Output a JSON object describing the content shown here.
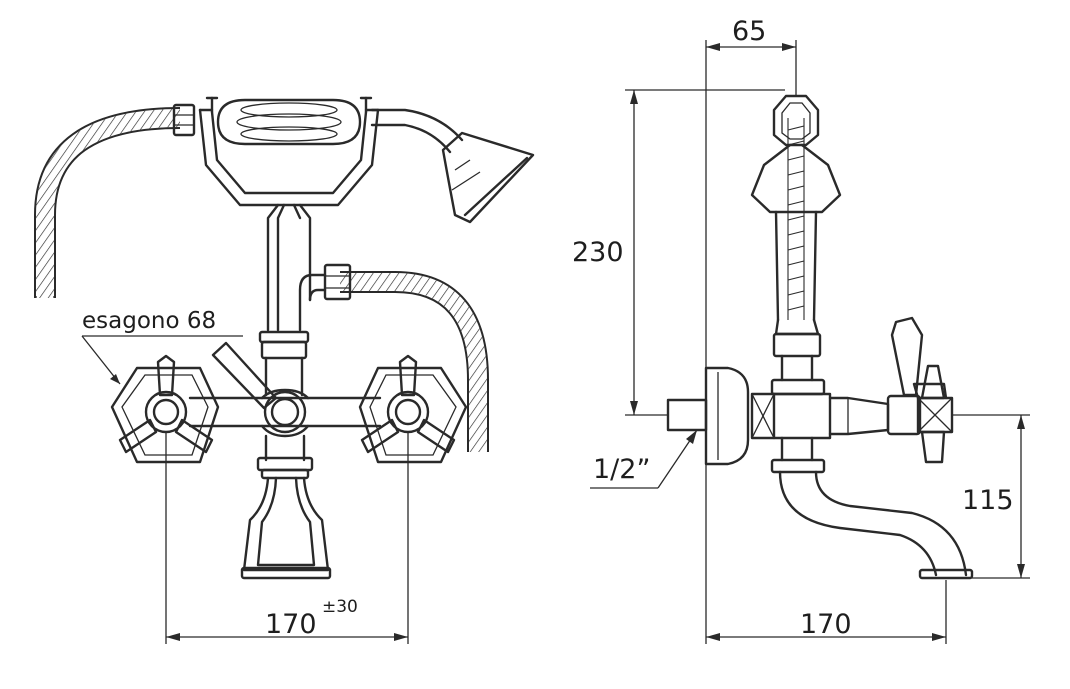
{
  "colors": {
    "line": "#2a2a2a",
    "background": "#ffffff"
  },
  "labels": {
    "hex_note": "esagono 68",
    "front_width": "170",
    "front_tolerance": "±30",
    "side_top_offset": "65",
    "side_height": "230",
    "side_spout_height": "115",
    "side_depth": "170",
    "inlet_thread": "1/2”"
  }
}
